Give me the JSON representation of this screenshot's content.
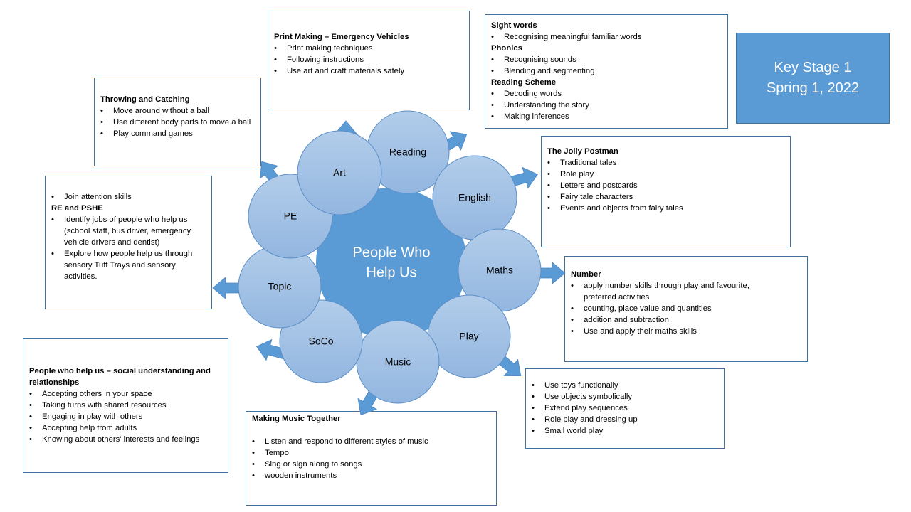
{
  "title": {
    "line1": "Key Stage 1",
    "line2": "Spring 1, 2022"
  },
  "center": {
    "line1": "People Who",
    "line2": "Help Us"
  },
  "colors": {
    "center_fill": "#5b9bd5",
    "node_fill": "#a4c2e8",
    "node_stroke": "#5b8fc7",
    "arrow_fill": "#5b9bd5",
    "box_border": "#41719c"
  },
  "nodes": [
    {
      "id": "art",
      "label": "Art"
    },
    {
      "id": "reading",
      "label": "Reading"
    },
    {
      "id": "english",
      "label": "English"
    },
    {
      "id": "maths",
      "label": "Maths"
    },
    {
      "id": "play",
      "label": "Play"
    },
    {
      "id": "music",
      "label": "Music"
    },
    {
      "id": "soco",
      "label": "SoCo"
    },
    {
      "id": "topic",
      "label": "Topic"
    },
    {
      "id": "pe",
      "label": "PE"
    }
  ],
  "boxes": {
    "art": {
      "heading": "Print Making – Emergency Vehicles",
      "items": [
        "Print making techniques",
        "Following instructions",
        "Use art and craft materials safely"
      ]
    },
    "reading": {
      "sections": [
        {
          "heading": "Sight words",
          "items": [
            "Recognising meaningful familiar words"
          ]
        },
        {
          "heading": "Phonics",
          "items": [
            "Recognising sounds",
            "Blending and segmenting"
          ]
        },
        {
          "heading": "Reading Scheme",
          "items": [
            "Decoding words",
            "Understanding the story",
            "Making inferences"
          ]
        }
      ]
    },
    "english": {
      "heading": "The Jolly Postman",
      "items": [
        "Traditional tales",
        "Role play",
        "Letters and postcards",
        "Fairy tale characters",
        "Events and objects from fairy tales"
      ]
    },
    "maths": {
      "heading": "Number",
      "items": [
        "apply number skills through play and favourite, preferred activities",
        "counting, place value and quantities",
        "addition and subtraction",
        "Use and apply their maths skills"
      ]
    },
    "play": {
      "items": [
        "Use toys functionally",
        "Use objects symbolically",
        "Extend play sequences",
        "Role play and dressing up",
        "Small world play"
      ]
    },
    "music": {
      "heading": "Making Music Together",
      "items": [
        "Listen and respond to different styles of music",
        "Tempo",
        "Sing or sign along to songs",
        "wooden instruments"
      ]
    },
    "soco": {
      "heading": "People who help us – social understanding and relationships",
      "items": [
        "Accepting others in your space",
        "Taking turns with shared resources",
        "Engaging in play with others",
        "Accepting help from adults",
        "Knowing about others' interests and feelings"
      ]
    },
    "topic": {
      "pre_items": [
        "Join attention skills"
      ],
      "heading": "RE and PSHE",
      "items": [
        "Identify jobs of people who help us (school staff, bus driver, emergency vehicle drivers and dentist)",
        "Explore how people help us through sensory Tuff Trays and sensory activities."
      ]
    },
    "pe": {
      "heading": "Throwing and Catching",
      "items": [
        "Move around without a ball",
        "Use different body parts to move a ball",
        "Play command games"
      ]
    }
  }
}
